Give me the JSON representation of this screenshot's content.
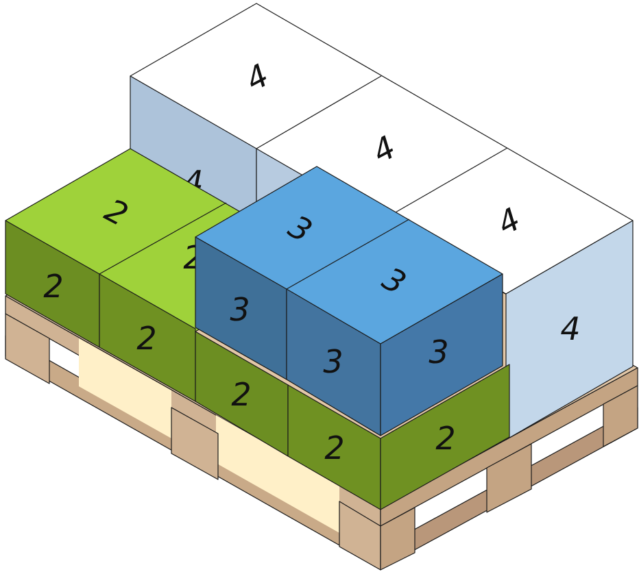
{
  "colors": {
    "group_2": {
      "top": "#9fd23a",
      "front": "#6c8e22",
      "side": "#6f9122"
    },
    "group_3": {
      "top": "#5ba6df",
      "front": "#3f7098",
      "side": "#4478a8"
    },
    "group_4": {
      "top": "#ffffff",
      "front": "#adc3da",
      "side": "#c3d7ea"
    },
    "pallet": {
      "wood": "#d0b394",
      "wood_dark": "#b38f6e",
      "gap": "#fff0c8"
    }
  },
  "boxes": {
    "white_back": {
      "top_label": "4",
      "front_label": "4"
    },
    "white_middle": {
      "top_label": "4"
    },
    "white_front": {
      "top_label": "4",
      "side_label": "4"
    },
    "green_back_left": {
      "top_label": "2",
      "front_label": "2"
    },
    "green_back_right": {
      "top_label": "2",
      "front_label": "2"
    },
    "green_front_1": {
      "front_label": "2"
    },
    "green_front_2": {
      "front_label": "2",
      "side_label": "2"
    },
    "blue_back": {
      "top_label": "3",
      "front_label": "3"
    },
    "blue_front": {
      "top_label": "3",
      "front_label": "3",
      "side_label": "3"
    }
  }
}
